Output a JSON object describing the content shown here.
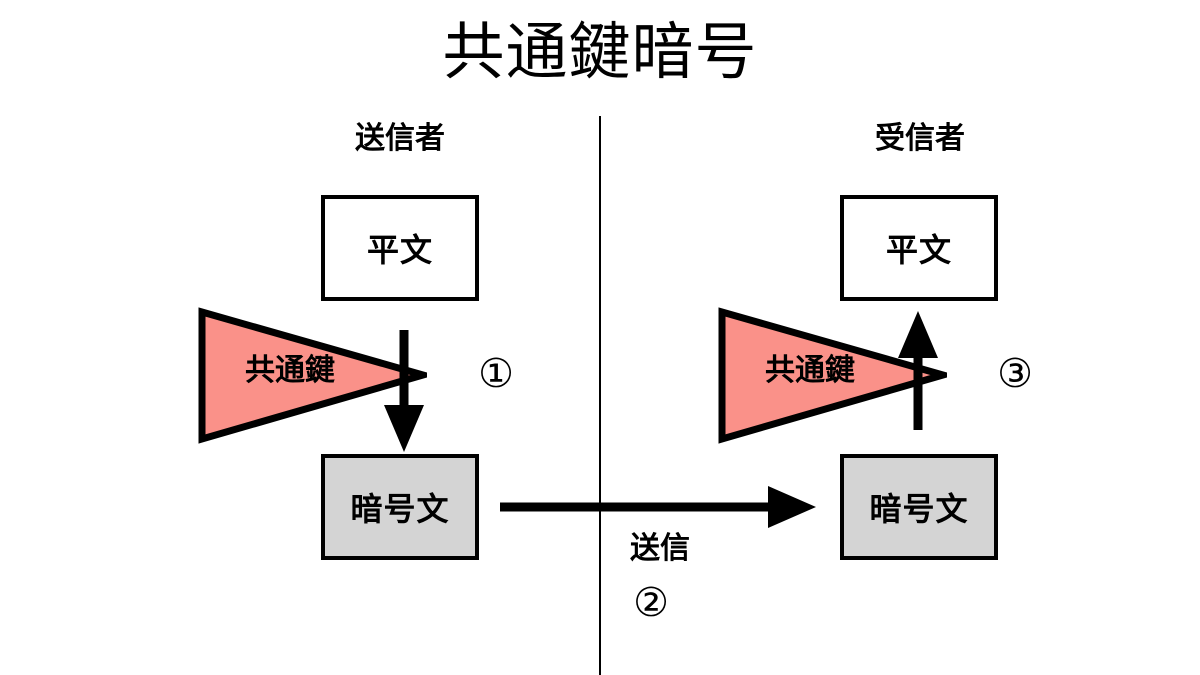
{
  "diagram": {
    "title": "共通鍵暗号",
    "divider": {
      "name": "party-divider",
      "color": "#000000"
    },
    "colors": {
      "key_fill": "#fa9189",
      "key_stroke": "#000000",
      "cipher_fill": "#d4d4d4",
      "plain_fill": "#ffffff",
      "stroke": "#000000",
      "background": "#ffffff"
    },
    "parties": [
      {
        "id": "sender",
        "label": "送信者"
      },
      {
        "id": "receiver",
        "label": "受信者"
      }
    ],
    "nodes": [
      {
        "id": "plain-left",
        "label": "平文",
        "side": "sender",
        "fill": "#ffffff"
      },
      {
        "id": "cipher-left",
        "label": "暗号文",
        "side": "sender",
        "fill": "#d4d4d4"
      },
      {
        "id": "plain-right",
        "label": "平文",
        "side": "receiver",
        "fill": "#ffffff"
      },
      {
        "id": "cipher-right",
        "label": "暗号文",
        "side": "receiver",
        "fill": "#d4d4d4"
      }
    ],
    "keys": [
      {
        "id": "key-left",
        "label": "共通鍵",
        "side": "sender",
        "direction": "right"
      },
      {
        "id": "key-right",
        "label": "共通鍵",
        "side": "receiver",
        "direction": "right"
      }
    ],
    "arrows": [
      {
        "id": "encrypt-arrow",
        "direction": "down",
        "from": "plain-left",
        "to": "cipher-left"
      },
      {
        "id": "transmit-arrow",
        "direction": "right",
        "from": "cipher-left",
        "to": "cipher-right"
      },
      {
        "id": "decrypt-arrow",
        "direction": "up",
        "from": "cipher-right",
        "to": "plain-right"
      }
    ],
    "steps": [
      {
        "id": "step-1",
        "marker": "①",
        "attached_to": "encrypt-arrow"
      },
      {
        "id": "step-2",
        "marker": "②",
        "attached_to": "transmit-arrow"
      },
      {
        "id": "step-3",
        "marker": "③",
        "attached_to": "decrypt-arrow"
      }
    ],
    "captions": [
      {
        "id": "transmit-label",
        "text": "送信"
      }
    ]
  }
}
